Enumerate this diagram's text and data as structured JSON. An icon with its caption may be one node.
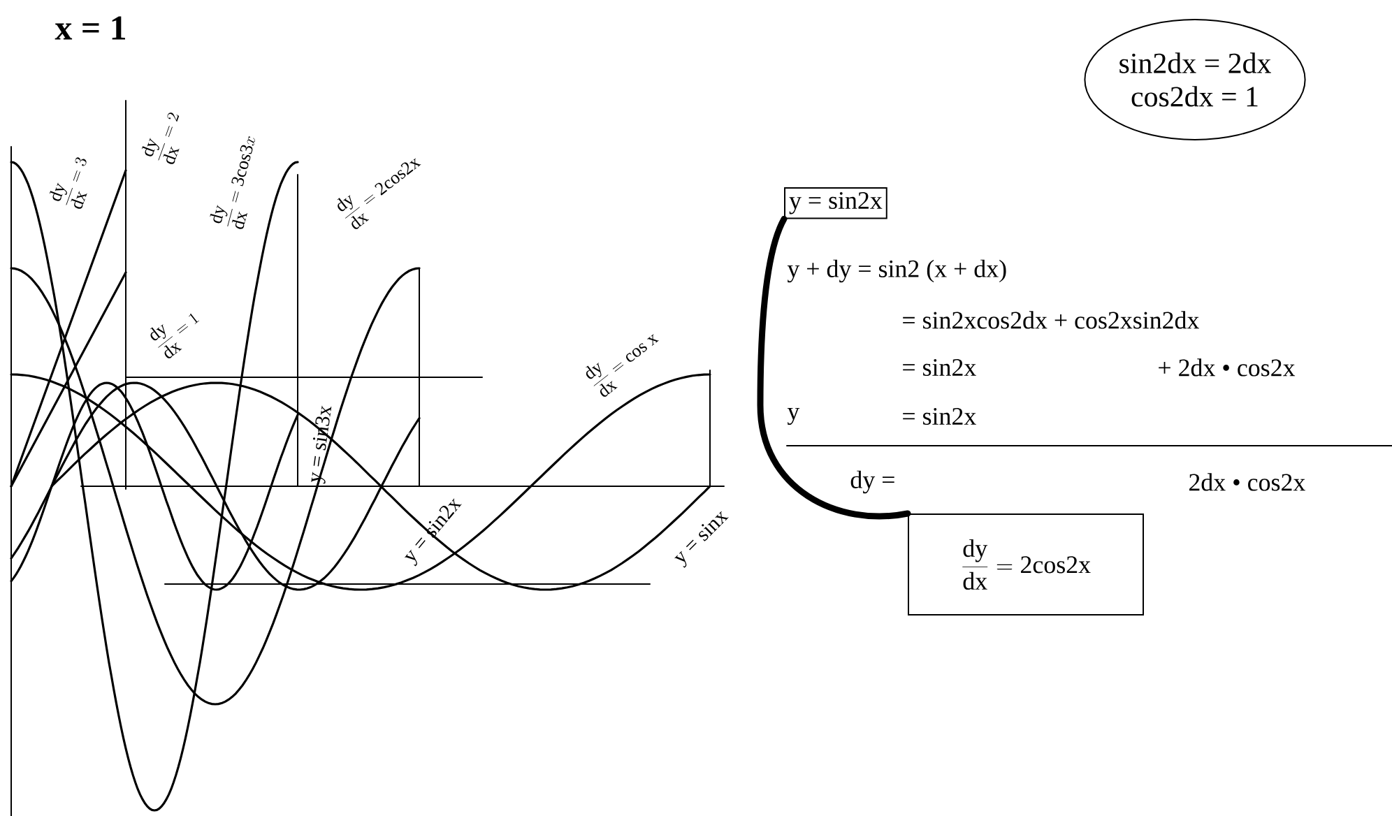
{
  "diagram": {
    "nodes": [
      {
        "text": [
          "sin2dx = 2dx",
          "cos2dx = 1"
        ]
      },
      {
        "text": [
          "y = sin2x"
        ]
      },
      {
        "text": [
          "\\frac{\\mathrm{dy}}{\\mathrm{dx}} = \\mathrm{2cos2x}"
        ]
      }
    ],
    "edges": [
      {
        "from": 1,
        "to": 2,
        "arrow": "none"
      }
    ],
    "labels": [
      "x = 1",
      "\\frac{\\mathrm{dy}}{\\mathrm{dx}} = 3",
      "\\frac{\\mathrm{dy}}{\\mathrm{dx}} = 2",
      "\\frac{\\mathrm{dy}}{\\mathrm{dx}} = \\mathrm{3cos3}x",
      "\\frac{\\mathrm{dy}}{\\mathrm{dx}} = \\mathrm{2cos2x}",
      "\\frac{\\mathrm{dy}}{\\mathrm{dx}} = 1",
      "\\frac{\\mathrm{dy}}{\\mathrm{dx}} = \\mathrm{cos\\ x}",
      "y = sin3x",
      "y = sin2x",
      "y = sinx",
      "y + dy = sin2 (x + dx)",
      "= sin2xcos2dx + cos2xsin2dx",
      "= sin2x",
      "+ 2dx • cos2x",
      "y",
      "= sin2x",
      "dy =",
      "2dx • cos2x"
    ]
  }
}
